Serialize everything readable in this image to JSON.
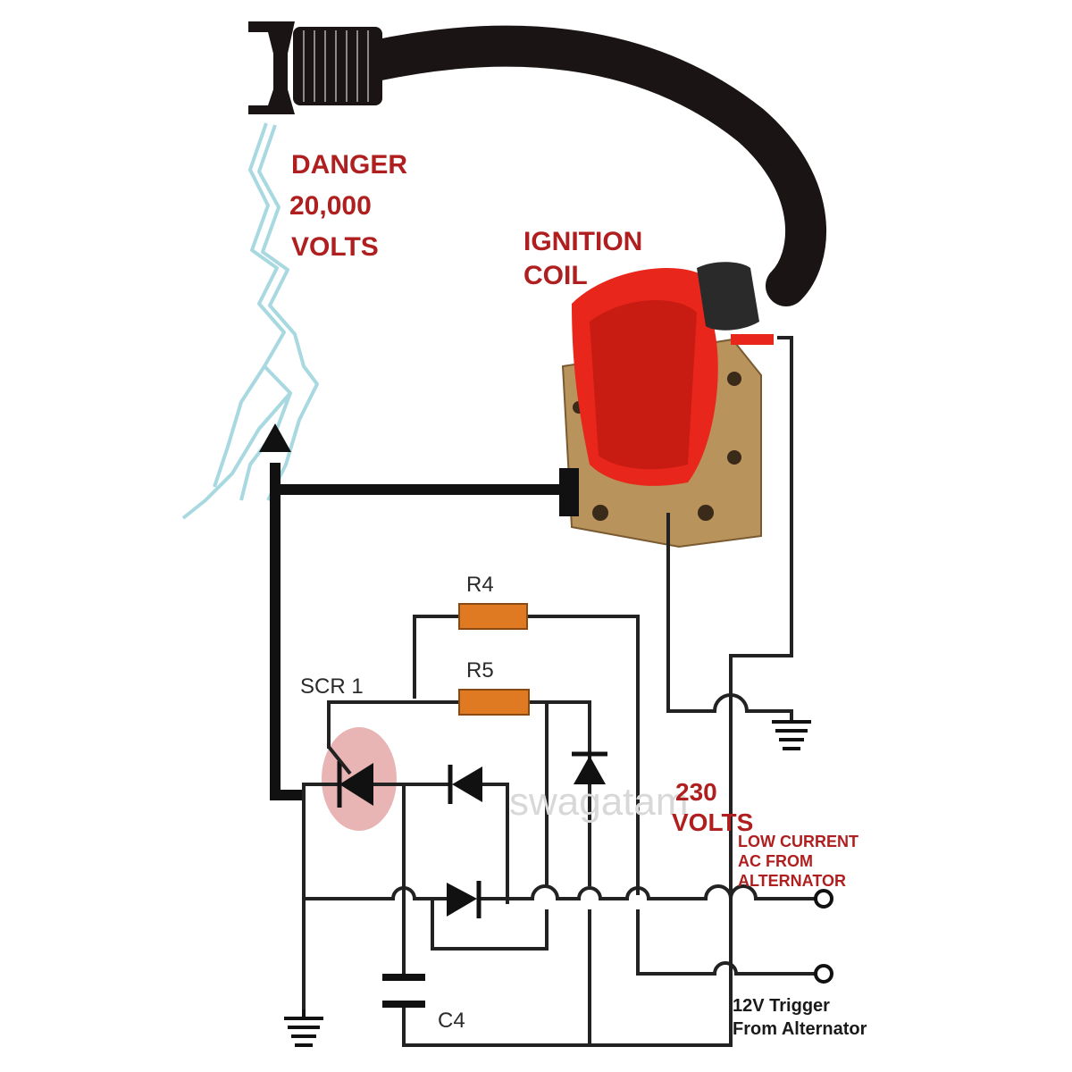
{
  "labels": {
    "danger_line1": "DANGER",
    "danger_line2": "20,000",
    "danger_line3": "VOLTS",
    "coil_line1": "IGNITION",
    "coil_line2": "COIL",
    "r4": "R4",
    "r5": "R5",
    "scr": "SCR 1",
    "c4": "C4",
    "v230_line1": "230",
    "v230_line2": "VOLTS",
    "ac_line1": "LOW CURRENT",
    "ac_line2": "AC FROM",
    "ac_line3": "ALTERNATOR",
    "trig_line1": "12V Trigger",
    "trig_line2": "From Alternator",
    "watermark": "swagatam"
  },
  "colors": {
    "danger_text": "#b01f1f",
    "resistor": "#e07a22",
    "coil_body": "#e8261c",
    "coil_bracket": "#b8935c",
    "spark": "#a8d8e0",
    "scr_highlight": "#e8b4b4"
  },
  "icons": [
    "spark-plug-cap",
    "ignition-coil",
    "ground-symbol",
    "diode",
    "scr",
    "capacitor",
    "resistor",
    "terminal"
  ]
}
